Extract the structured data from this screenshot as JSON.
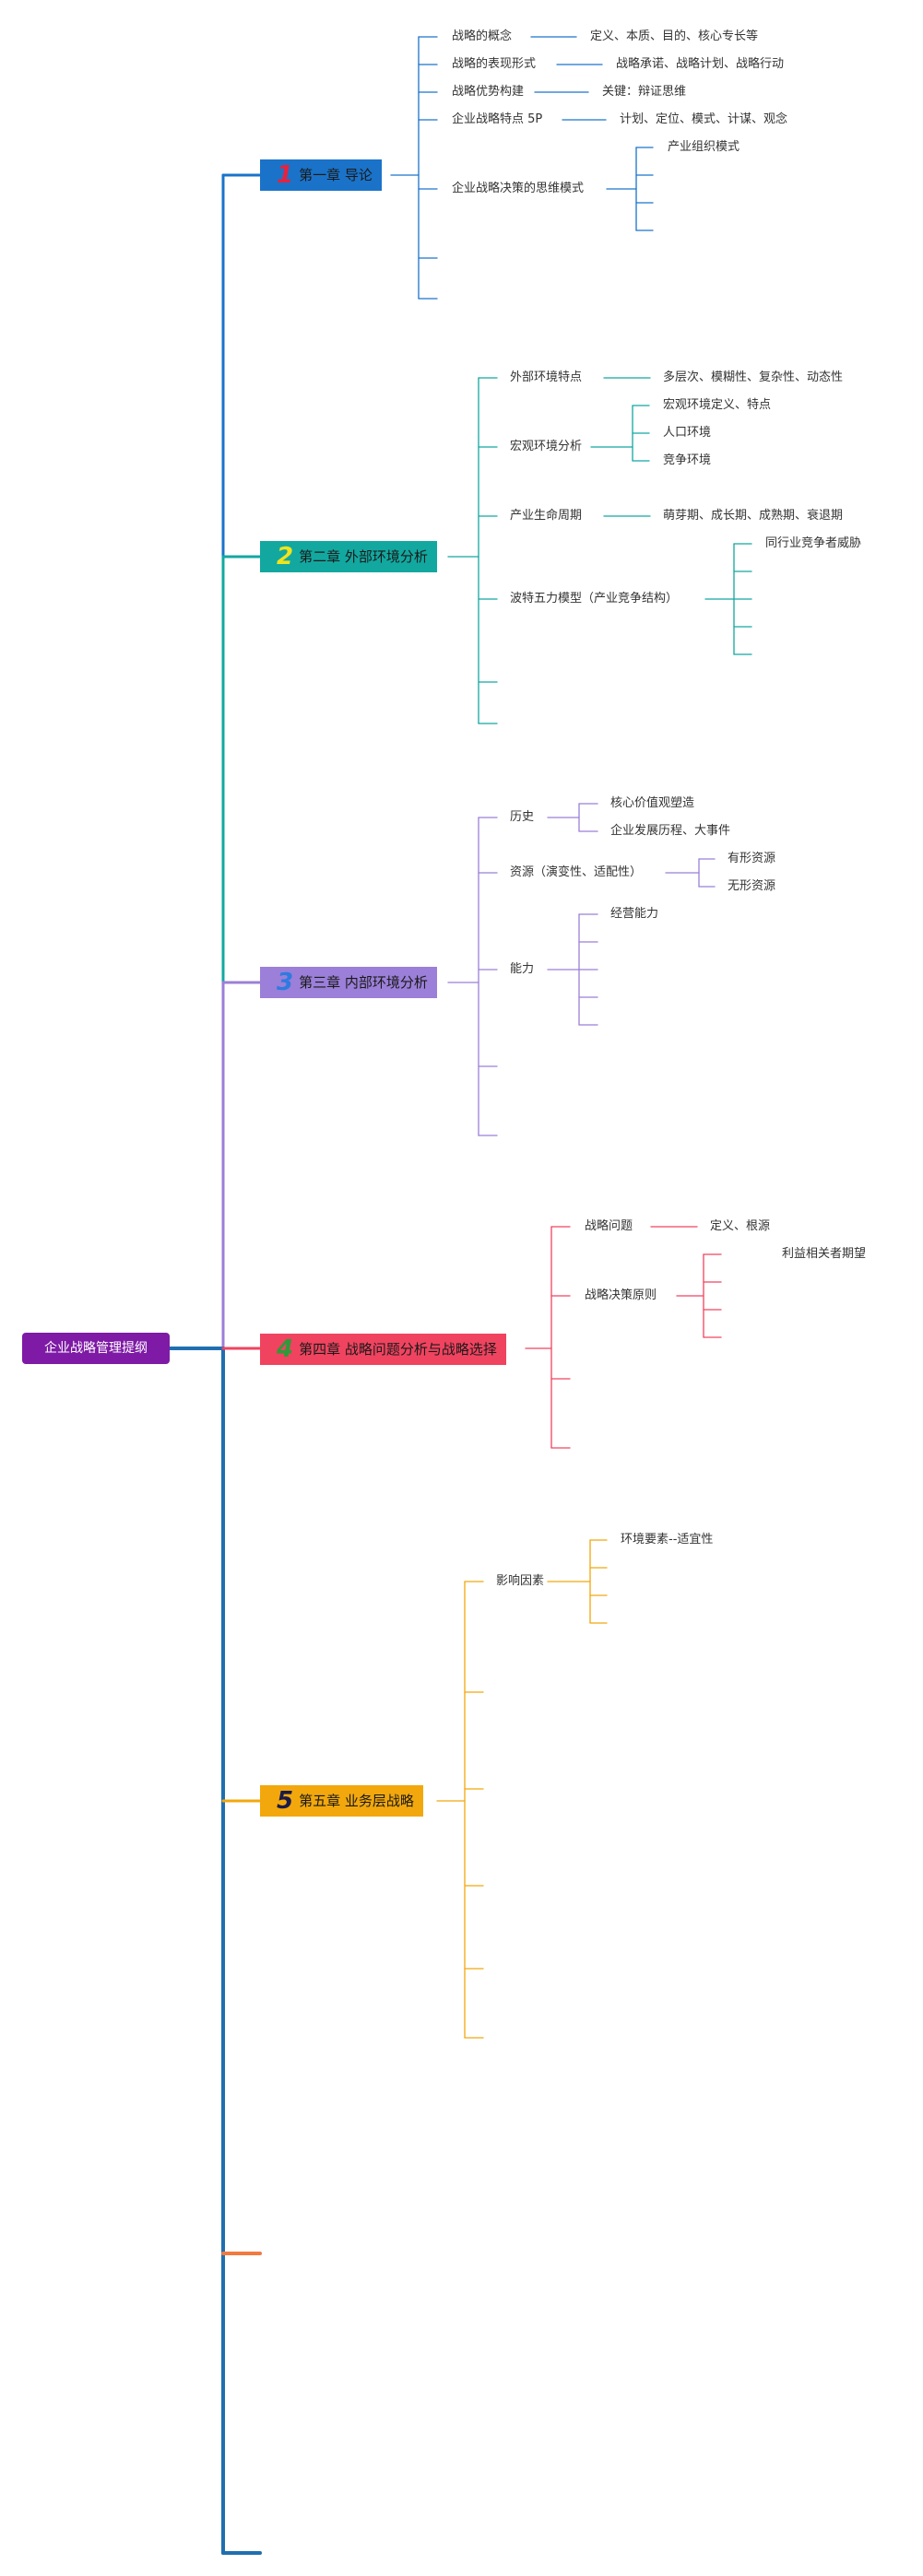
{
  "root": {
    "label": "企业战略管理提纲",
    "color": "#7e1aa5"
  },
  "colors": {
    "trunk": "#1f6fb0",
    "ch1": "#1a73c9",
    "ch2": "#12a8a0",
    "ch3": "#9b7fd8",
    "ch4": "#f0435f",
    "ch5": "#f2a80c",
    "ch6": "#f07a40"
  },
  "chapters": [
    {
      "id": "ch1",
      "num": "1",
      "num_color": "#e8213c",
      "label": "第一章 导论",
      "items": [
        {
          "label": "战略的概念",
          "detail": "定义、本质、目的、核心专长等"
        },
        {
          "label": "战略的表现形式",
          "detail": "战略承诺、战略计划、战略行动"
        },
        {
          "label": "战略优势构建",
          "detail": "关键：辩证思维"
        },
        {
          "label": "企业战略特点 5P",
          "detail": "计划、定位、模式、计谋、观念"
        },
        {
          "label": "企业战略决策的思维模式",
          "sub": [
            "产业组织模式",
            "",
            "",
            ""
          ]
        },
        {
          "label": ""
        },
        {
          "label": ""
        }
      ]
    },
    {
      "id": "ch2",
      "num": "2",
      "num_color": "#f2e31c",
      "label": "第二章 外部环境分析",
      "items": [
        {
          "label": "外部环境特点",
          "detail": "多层次、模糊性、复杂性、动态性"
        },
        {
          "label": "宏观环境分析",
          "sub": [
            "宏观环境定义、特点",
            "人口环境",
            "竞争环境"
          ]
        },
        {
          "label": "产业生命周期",
          "detail": "萌芽期、成长期、成熟期、衰退期"
        },
        {
          "label": "波特五力模型（产业竞争结构）",
          "sub": [
            "同行业竞争者威胁",
            "",
            "",
            "",
            ""
          ]
        },
        {
          "label": ""
        },
        {
          "label": ""
        }
      ]
    },
    {
      "id": "ch3",
      "num": "3",
      "num_color": "#2d7be0",
      "label": "第三章 内部环境分析",
      "items": [
        {
          "label": "历史",
          "sub": [
            "核心价值观塑造",
            "企业发展历程、大事件"
          ]
        },
        {
          "label": "资源（演变性、适配性）",
          "sub": [
            "有形资源",
            "无形资源"
          ]
        },
        {
          "label": "能力",
          "sub": [
            "经营能力",
            "",
            "",
            ""
          ]
        },
        {
          "label": ""
        },
        {
          "label": ""
        }
      ]
    },
    {
      "id": "ch4",
      "num": "4",
      "num_color": "#2e9a3a",
      "label": "第四章 战略问题分析与战略选择",
      "items": [
        {
          "label": "战略问题",
          "detail": "定义、根源"
        },
        {
          "label": "战略决策原则",
          "sub": [
            "利益相关者期望",
            "",
            "",
            ""
          ]
        },
        {
          "label": ""
        },
        {
          "label": ""
        }
      ]
    },
    {
      "id": "ch5",
      "num": "5",
      "num_color": "#1a1a4a",
      "label": "第五章 业务层战略",
      "items": [
        {
          "label": "影响因素",
          "sub": [
            "环境要素--适宜性",
            "",
            "",
            ""
          ]
        },
        {
          "label": ""
        },
        {
          "label": ""
        },
        {
          "label": ""
        },
        {
          "label": ""
        },
        {
          "label": ""
        }
      ]
    }
  ]
}
